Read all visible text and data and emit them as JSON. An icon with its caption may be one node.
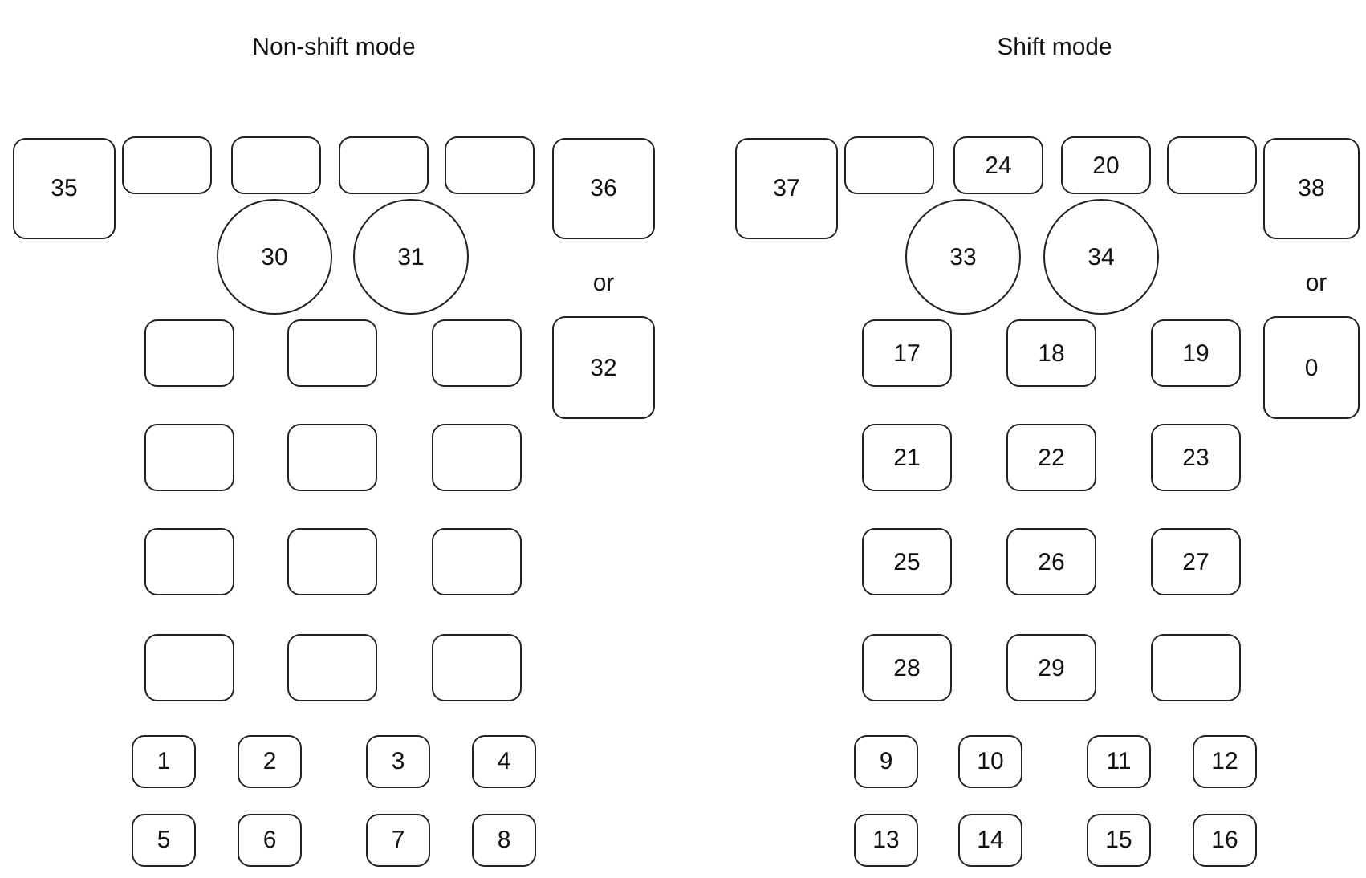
{
  "diagram": {
    "nodes": [
      {
        "text": [],
        "shape": "box"
      },
      {
        "text": [],
        "shape": "box"
      },
      {
        "text": [],
        "shape": "box"
      },
      {
        "text": [],
        "shape": "box"
      },
      {
        "text": [
          "35"
        ]
      },
      {
        "text": [
          "30"
        ]
      },
      {
        "text": [
          "31"
        ]
      },
      {
        "text": [
          "36"
        ]
      },
      {
        "text": [
          "32"
        ]
      },
      {
        "text": [],
        "shape": "box"
      },
      {
        "text": [],
        "shape": "box"
      },
      {
        "text": [],
        "shape": "box"
      },
      {
        "text": [],
        "shape": "box"
      },
      {
        "text": [],
        "shape": "box"
      },
      {
        "text": [],
        "shape": "box"
      },
      {
        "text": [],
        "shape": "box"
      },
      {
        "text": [],
        "shape": "box"
      },
      {
        "text": [],
        "shape": "box"
      },
      {
        "text": [],
        "shape": "box"
      },
      {
        "text": [],
        "shape": "box"
      },
      {
        "text": [],
        "shape": "box"
      },
      {
        "text": [
          "1"
        ]
      },
      {
        "text": [
          "2"
        ]
      },
      {
        "text": [
          "3"
        ]
      },
      {
        "text": [
          "4"
        ]
      },
      {
        "text": [
          "5"
        ]
      },
      {
        "text": [
          "6"
        ]
      },
      {
        "text": [
          "7"
        ]
      },
      {
        "text": [
          "8"
        ]
      },
      {
        "text": [],
        "shape": "box"
      },
      {
        "text": [
          "24"
        ]
      },
      {
        "text": [
          "20"
        ]
      },
      {
        "text": [],
        "shape": "box"
      },
      {
        "text": [
          "37"
        ]
      },
      {
        "text": [
          "33"
        ]
      },
      {
        "text": [
          "34"
        ]
      },
      {
        "text": [
          "38"
        ]
      },
      {
        "text": [
          "0"
        ]
      },
      {
        "text": [
          "17"
        ]
      },
      {
        "text": [
          "18"
        ]
      },
      {
        "text": [
          "19"
        ]
      },
      {
        "text": [
          "21"
        ]
      },
      {
        "text": [
          "22"
        ]
      },
      {
        "text": [
          "23"
        ]
      },
      {
        "text": [
          "25"
        ]
      },
      {
        "text": [
          "26"
        ]
      },
      {
        "text": [
          "27"
        ]
      },
      {
        "text": [
          "28"
        ]
      },
      {
        "text": [
          "29"
        ]
      },
      {
        "text": [],
        "shape": "box"
      },
      {
        "text": [
          "9"
        ]
      },
      {
        "text": [
          "10"
        ]
      },
      {
        "text": [
          "11"
        ]
      },
      {
        "text": [
          "12"
        ]
      },
      {
        "text": [
          "13"
        ]
      },
      {
        "text": [
          "14"
        ]
      },
      {
        "text": [
          "15"
        ]
      },
      {
        "text": [
          "16"
        ]
      }
    ],
    "labels": [
      "Non-shift mode",
      "Shift mode",
      "or",
      "or"
    ]
  }
}
